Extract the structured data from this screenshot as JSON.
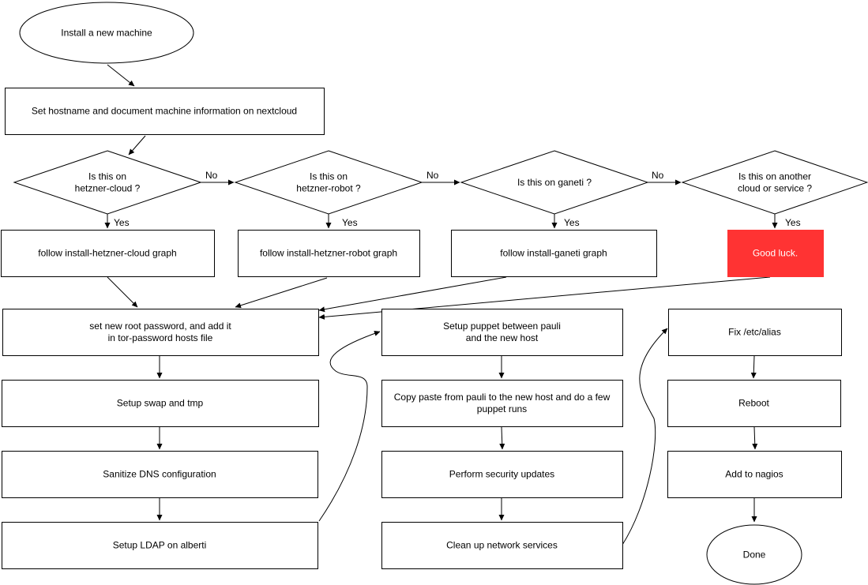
{
  "diagram": {
    "nodes": {
      "start": [
        "Install a new machine"
      ],
      "hostname": [
        "Set hostname and document machine information on nextcloud"
      ],
      "q_cloud": [
        "Is this on",
        "hetzner-cloud ?"
      ],
      "q_robot": [
        "Is this on",
        "hetzner-robot ?"
      ],
      "q_ganeti": [
        "Is this on ganeti ?"
      ],
      "q_other": [
        "Is this on another",
        "cloud or service ?"
      ],
      "f_cloud": [
        "follow install-hetzner-cloud graph"
      ],
      "f_robot": [
        "follow install-hetzner-robot graph"
      ],
      "f_ganeti": [
        "follow install-ganeti graph"
      ],
      "good_luck": [
        "Good luck."
      ],
      "root_pw": [
        "set new root password, and add it",
        "in tor-password hosts file"
      ],
      "swap": [
        "Setup swap and tmp"
      ],
      "dns": [
        "Sanitize DNS configuration"
      ],
      "ldap": [
        "Setup LDAP on alberti"
      ],
      "puppet": [
        "Setup puppet between pauli",
        "and the new host"
      ],
      "copy": [
        "Copy paste from pauli to the new host and do a few",
        "puppet runs"
      ],
      "security": [
        "Perform security updates"
      ],
      "cleanup": [
        "Clean up network services"
      ],
      "alias": [
        "Fix /etc/alias"
      ],
      "reboot": [
        "Reboot"
      ],
      "nagios": [
        "Add to nagios"
      ],
      "done": [
        "Done"
      ]
    },
    "edge_labels": {
      "no": "No",
      "yes": "Yes"
    }
  },
  "colors": {
    "stroke": "#000000",
    "fill": "#ffffff",
    "highlight_fill": "#ff3333",
    "highlight_text": "#ffffff"
  }
}
